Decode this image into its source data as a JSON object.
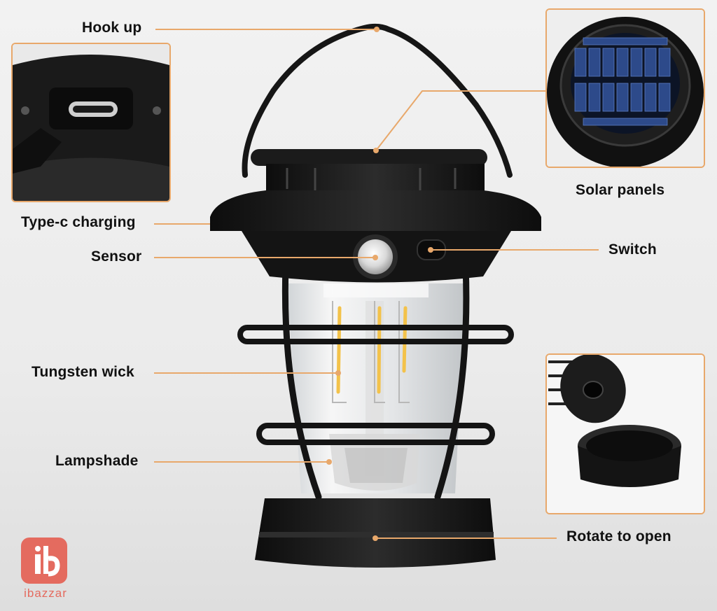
{
  "labels": {
    "hook_up": "Hook up",
    "type_c_charging": "Type-c charging",
    "sensor": "Sensor",
    "tungsten_wick": "Tungsten wick",
    "lampshade": "Lampshade",
    "solar_panels": "Solar panels",
    "switch": "Switch",
    "rotate_to_open": "Rotate to open"
  },
  "brand": {
    "name": "ibazzar"
  },
  "colors": {
    "leader_line": "#e8a86b",
    "inset_border": "#e8a86b",
    "lantern_body": "#1a1a1a",
    "filament": "#f3c24a",
    "brand": "#e46b5f"
  },
  "icons": [
    "usb-c-port-icon",
    "solar-cell-icon",
    "motion-sensor-icon",
    "power-switch-icon"
  ]
}
